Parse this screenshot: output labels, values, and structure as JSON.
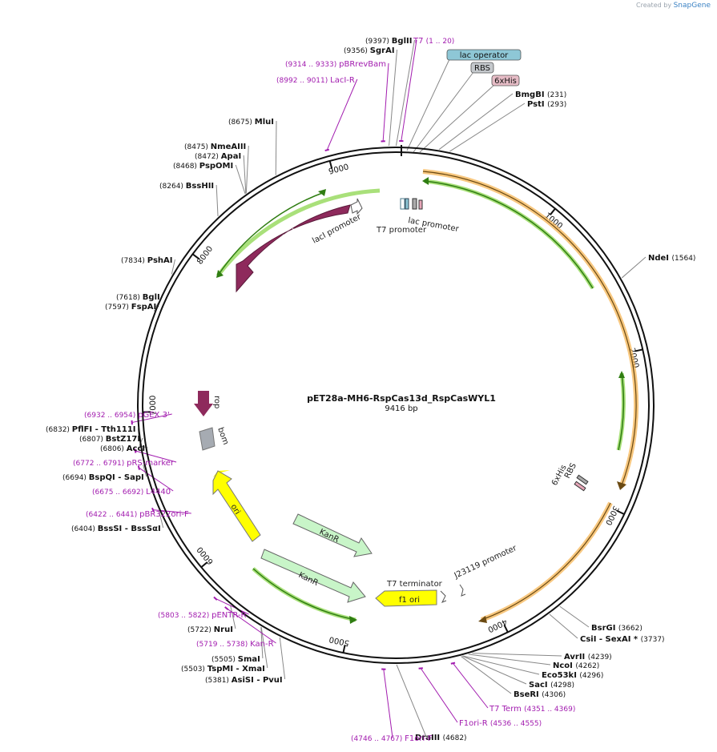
{
  "brand": {
    "prefix": "Created by",
    "name": "SnapGene"
  },
  "plasmid": {
    "name": "pET28a-MH6-RspCas13d_RspCasWYL1",
    "size": "9416 bp",
    "length": 9416
  },
  "ticks": [
    "1000",
    "2000",
    "3000",
    "4000",
    "5000",
    "6000",
    "7000",
    "8000",
    "9000"
  ],
  "enzymes": [
    {
      "pos": 9397,
      "num": "(9397)",
      "name": "BglII"
    },
    {
      "pos": 9356,
      "num": "(9356)",
      "name": "SgrAI"
    },
    {
      "pos": 231,
      "num": "(231)",
      "name": "BmgBI"
    },
    {
      "pos": 293,
      "num": "(293)",
      "name": "PstI"
    },
    {
      "pos": 1564,
      "num": "(1564)",
      "name": "NdeI"
    },
    {
      "pos": 3662,
      "num": "(3662)",
      "name": "BsrGI"
    },
    {
      "pos": 3737,
      "num": "(3737)",
      "name": "CsiI - SexAI *"
    },
    {
      "pos": 4239,
      "num": "(4239)",
      "name": "AvrII"
    },
    {
      "pos": 4262,
      "num": "(4262)",
      "name": "NcoI"
    },
    {
      "pos": 4296,
      "num": "(4296)",
      "name": "Eco53kI"
    },
    {
      "pos": 4298,
      "num": "(4298)",
      "name": "SacI"
    },
    {
      "pos": 4306,
      "num": "(4306)",
      "name": "BseRI"
    },
    {
      "pos": 4682,
      "num": "(4682)",
      "name": "DraIII"
    },
    {
      "pos": 5381,
      "num": "(5381)",
      "name": "AsiSI - PvuI"
    },
    {
      "pos": 5503,
      "num": "(5503)",
      "name": "TspMI - XmaI"
    },
    {
      "pos": 5505,
      "num": "(5505)",
      "name": "SmaI"
    },
    {
      "pos": 5722,
      "num": "(5722)",
      "name": "NruI"
    },
    {
      "pos": 6404,
      "num": "(6404)",
      "name": "BssSI - BssSαI"
    },
    {
      "pos": 6694,
      "num": "(6694)",
      "name": "BspQI - SapI"
    },
    {
      "pos": 6806,
      "num": "(6806)",
      "name": "AccI"
    },
    {
      "pos": 6807,
      "num": "(6807)",
      "name": "BstZ17I"
    },
    {
      "pos": 6832,
      "num": "(6832)",
      "name": "PflFI - Tth111I"
    },
    {
      "pos": 7597,
      "num": "(7597)",
      "name": "FspAI"
    },
    {
      "pos": 7618,
      "num": "(7618)",
      "name": "BglI"
    },
    {
      "pos": 7834,
      "num": "(7834)",
      "name": "PshAI"
    },
    {
      "pos": 8264,
      "num": "(8264)",
      "name": "BssHII"
    },
    {
      "pos": 8468,
      "num": "(8468)",
      "name": "PspOMI"
    },
    {
      "pos": 8472,
      "num": "(8472)",
      "name": "ApaI"
    },
    {
      "pos": 8475,
      "num": "(8475)",
      "name": "NmeAIII"
    },
    {
      "pos": 8675,
      "num": "(8675)",
      "name": "MluI"
    }
  ],
  "primers": [
    {
      "pos": 10,
      "name": "T7",
      "range": "(1 .. 20)"
    },
    {
      "pos": 9323,
      "name": "pBRrevBam",
      "range": "(9314 .. 9333)"
    },
    {
      "pos": 9001,
      "name": "LacI-R",
      "range": "(8992 .. 9011)"
    },
    {
      "pos": 4360,
      "name": "T7 Term",
      "range": "(4351 .. 4369)"
    },
    {
      "pos": 4545,
      "name": "F1ori-R",
      "range": "(4536 .. 4555)"
    },
    {
      "pos": 4756,
      "name": "F1ori-F",
      "range": "(4746 .. 4767)"
    },
    {
      "pos": 5728,
      "name": "Kan-R",
      "range": "(5719 .. 5738)"
    },
    {
      "pos": 5812,
      "name": "pENTR-R",
      "range": "(5803 .. 5822)"
    },
    {
      "pos": 6431,
      "name": "pBR322ori-F",
      "range": "(6422 .. 6441)"
    },
    {
      "pos": 6683,
      "name": "L4440",
      "range": "(6675 .. 6692)"
    },
    {
      "pos": 6781,
      "name": "pRS-marker",
      "range": "(6772 .. 6791)"
    },
    {
      "pos": 6943,
      "name": "pGEX 3'",
      "range": "(6932 .. 6954)"
    }
  ],
  "boxed": [
    {
      "name": "lac operator",
      "color": "#8ec7d6"
    },
    {
      "name": "RBS",
      "color": "#c4c8cc"
    },
    {
      "name": "6xHis",
      "color": "#e6bcc6"
    }
  ],
  "features": {
    "lacI": "lacI",
    "lacI_promoter": "lacI promoter",
    "lac_promoter": "lac promoter",
    "t7_promoter": "T7 promoter",
    "rop": "rop",
    "bom": "bom",
    "ori": "ori",
    "kanR1": "KanR",
    "kanR2": "KanR",
    "f1_ori": "f1 ori",
    "t7_terminator": "T7 terminator",
    "j23119": "J23119 promoter",
    "his6": "6xHis",
    "rbs": "RBS"
  },
  "colors": {
    "lacI": "#8e2a5c",
    "ori": "#ffff00",
    "kanR": "#c8f5c8",
    "cds": "#f5b04a",
    "green": "#2f7d12",
    "primer": "#a21caf",
    "rop": "#8e2a5c",
    "bom": "#a6abb2"
  }
}
